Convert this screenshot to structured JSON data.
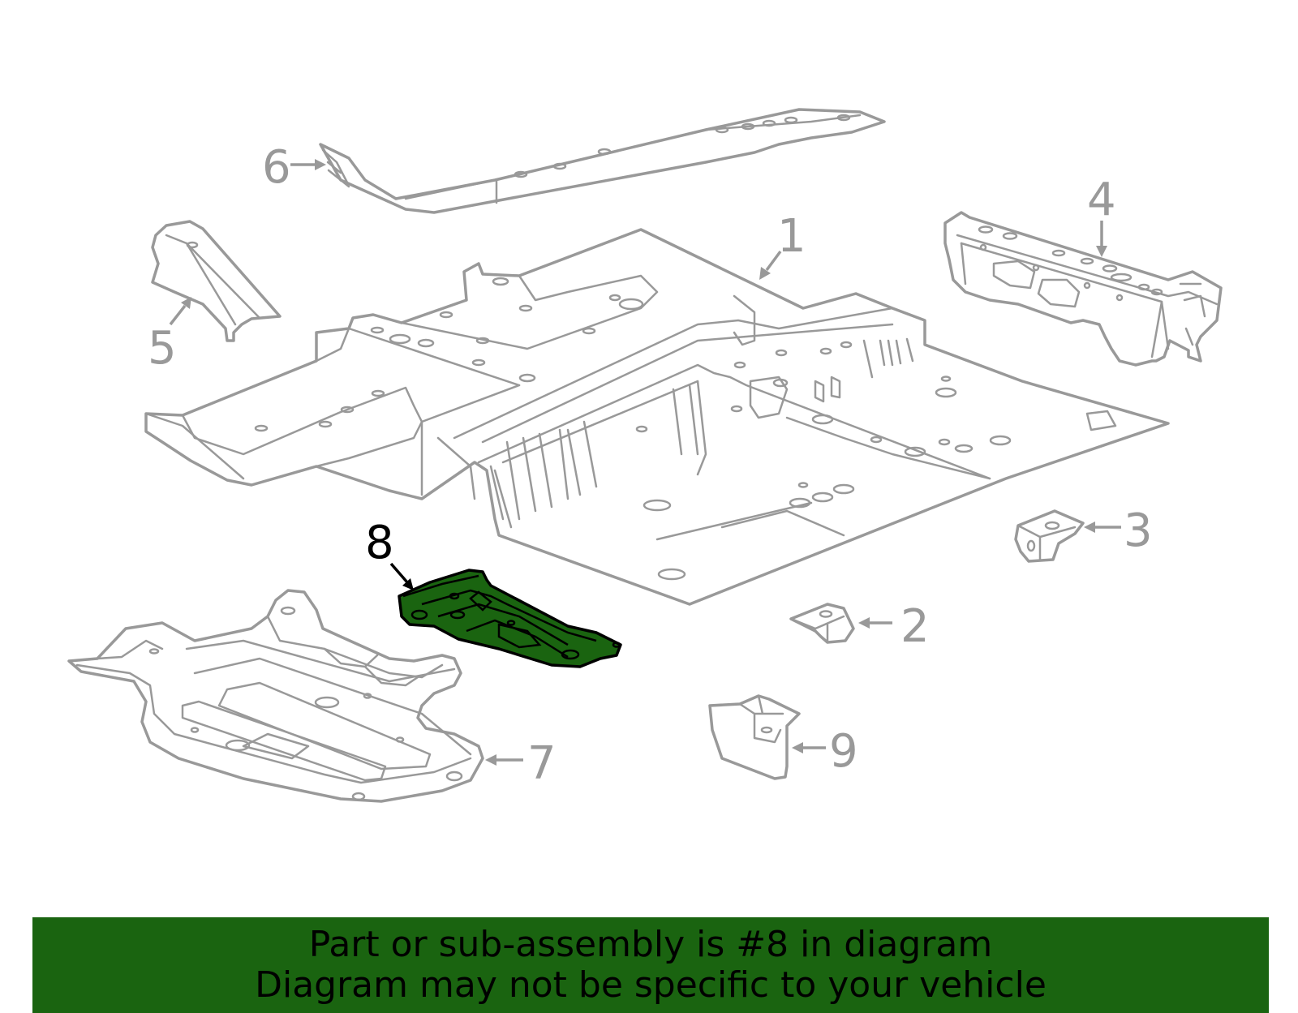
{
  "callouts": {
    "c1": "1",
    "c2": "2",
    "c3": "3",
    "c4": "4",
    "c5": "5",
    "c6": "6",
    "c7": "7",
    "c8": "8",
    "c9": "9"
  },
  "highlighted_part": "8",
  "colors": {
    "line": "#999999",
    "highlight_fill": "#1a6410",
    "highlight_stroke": "#000000",
    "banner": "#1a6410"
  },
  "banner": {
    "line1": "Part or sub-assembly is #8 in diagram",
    "line2": "Diagram may not be specific to your vehicle"
  }
}
